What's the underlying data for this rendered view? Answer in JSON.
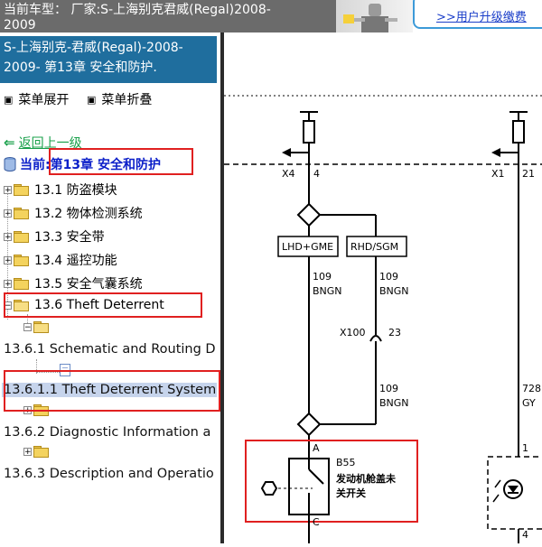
{
  "header": {
    "line1": "当前车型：  厂家:S-上海别克君威(Regal)2008-",
    "line2": "2009"
  },
  "banner": {
    "link": ">>用户升级缴费"
  },
  "left": {
    "title_line1": "S-上海别克-君威(Regal)-2008-",
    "title_line2": "2009- 第13章 安全和防护.",
    "expand_label": "菜单展开",
    "collapse_label": "菜单折叠",
    "back_label": "返回上一级",
    "current_prefix": "当前:",
    "current_value": "第13章 安全和防护",
    "tree": [
      {
        "label": "13.1 防盗模块"
      },
      {
        "label": "13.2 物体检测系统"
      },
      {
        "label": "13.3 安全带"
      },
      {
        "label": "13.4 遥控功能"
      },
      {
        "label": "13.5 安全气囊系统"
      },
      {
        "label": "13.6 Theft Deterrent"
      }
    ],
    "sub": {
      "schematic": "13.6.1 Schematic and Routing D",
      "schematic_leaf": "13.6.1.1 Theft Deterrent System",
      "diagnostic": "13.6.2 Diagnostic Information a",
      "description": "13.6.3 Description and Operatio"
    }
  },
  "diagram": {
    "conn_x4": "X4",
    "pin_4": "4",
    "conn_x1": "X1",
    "pin_21": "21",
    "box_lhd": "LHD+GME",
    "box_rhd": "RHD/SGM",
    "wire_a_num": "109",
    "wire_a_col": "BNGN",
    "wire_b_num": "109",
    "wire_b_col": "BNGN",
    "conn_x100": "X100",
    "pin_23": "23",
    "wire_c_num": "109",
    "wire_c_col": "BNGN",
    "wire_d_num": "728",
    "wire_d_col": "GY",
    "pin_a": "A",
    "pin_c": "C",
    "b55": "B55",
    "b55_desc1": "发动机舱盖未",
    "b55_desc2": "关开关",
    "pin_1": "1",
    "pin_4b": "4"
  },
  "colors": {
    "title_bg": "#1f6e9e",
    "current_text": "#0d20c9",
    "back_text": "#18a04a",
    "annotation_red": "#e02020",
    "link_blue": "#1a3ec9"
  }
}
